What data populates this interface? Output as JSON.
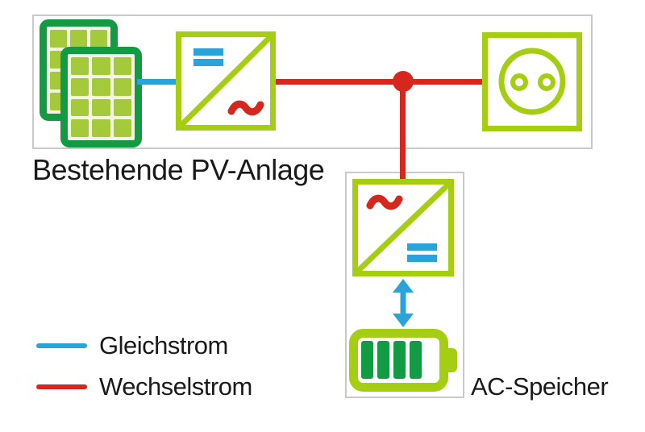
{
  "labels": {
    "pv_system": "Bestehende PV-Anlage",
    "ac_storage": "AC-Speicher"
  },
  "legend": {
    "items": [
      {
        "label": "Gleichstrom",
        "color": "#2AA4D8"
      },
      {
        "label": "Wechselstrom",
        "color": "#D6271E"
      }
    ]
  },
  "icons": {
    "solar_panel": "solar-panel-icon",
    "inverter_dc_ac": "inverter-dc-ac-icon",
    "power_socket": "power-socket-icon",
    "inverter_ac_dc": "inverter-ac-dc-icon",
    "double_arrow": "double-arrow-icon",
    "battery": "battery-icon",
    "junction_dot": "junction-dot-icon"
  },
  "colors": {
    "lime_green": "#A5CE12",
    "panel_cell_green": "#A4C93A",
    "panel_grid_bg": "#F2F5E3",
    "dark_green": "#139B44",
    "dc_blue": "#2AA4D8",
    "ac_red": "#D6271E",
    "border_gray": "#C9C9C9",
    "text_color": "#1A1A1A",
    "background": "#FFFFFF"
  }
}
